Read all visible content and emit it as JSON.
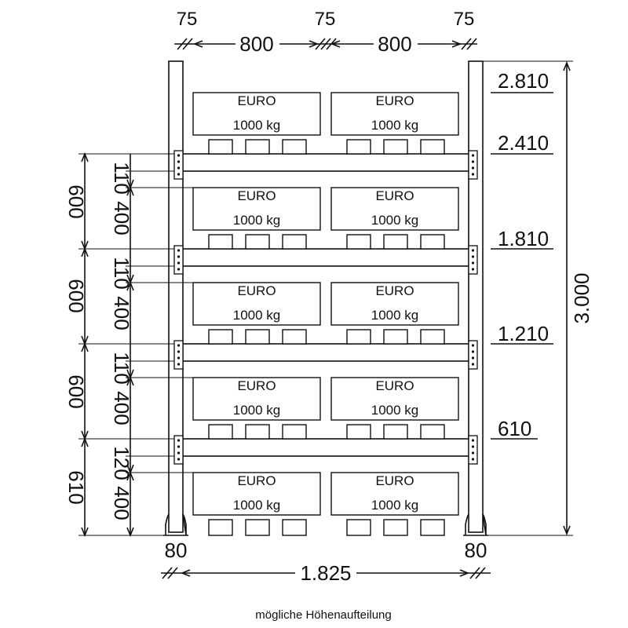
{
  "top_dims": {
    "left_gap": "75",
    "middle_gap": "75",
    "right_gap": "75",
    "bay_left": "800",
    "bay_right": "800"
  },
  "bottom_dims": {
    "post_left": "80",
    "post_right": "80",
    "total_width": "1.825"
  },
  "right_dims": {
    "levels": [
      "2.810",
      "2.410",
      "1.810",
      "1.210",
      "610"
    ],
    "total_height": "3.000"
  },
  "left_dims": {
    "outer": [
      "600",
      "600",
      "600",
      "610"
    ],
    "beam": [
      "110",
      "110",
      "110",
      "120"
    ],
    "clear": [
      "400",
      "400",
      "400",
      "400"
    ]
  },
  "load": {
    "pallet_type": "EURO",
    "weight": "1000 kg"
  },
  "caption": "mögliche Höhenaufteilung"
}
